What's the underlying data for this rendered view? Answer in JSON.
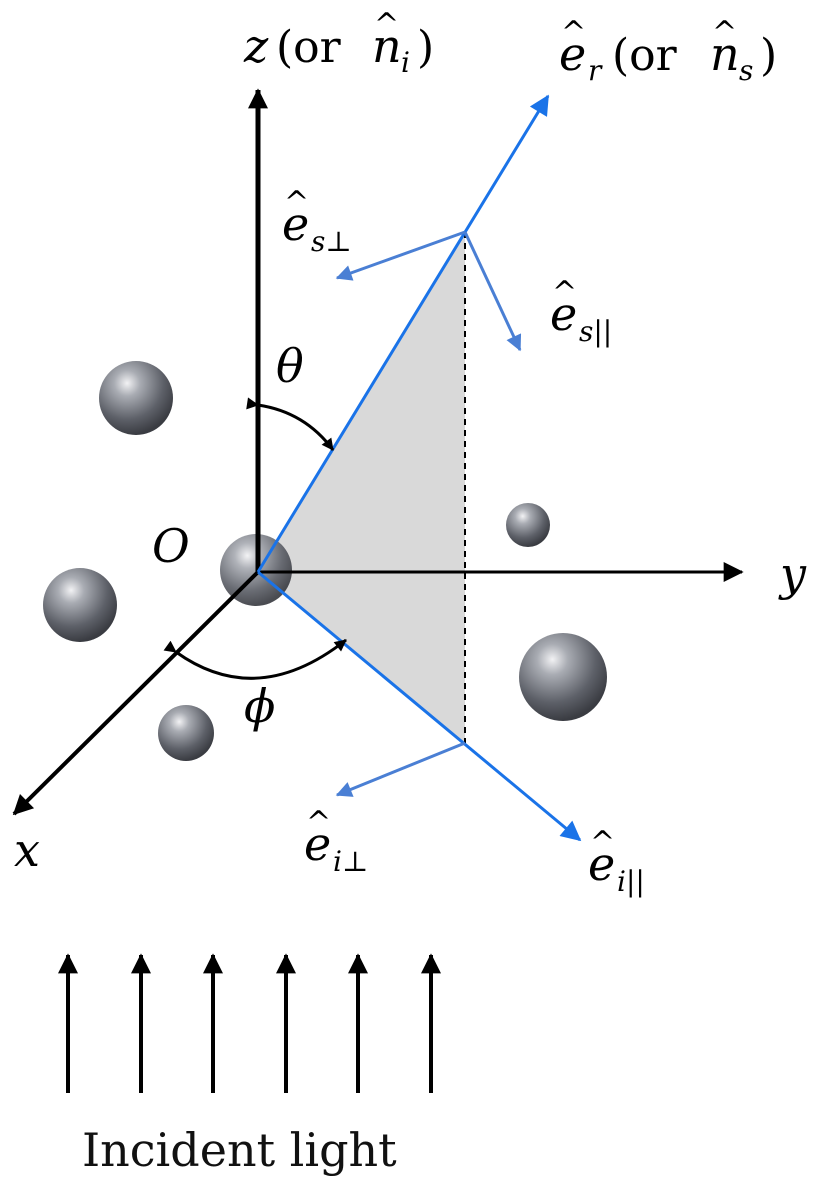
{
  "axes": {
    "z_label": "z",
    "z_paren_open": "(or ",
    "z_sub_symbol": "n",
    "z_sub_index": "i",
    "z_paren_close": ")",
    "y_label": "y",
    "x_label": "x",
    "origin_label": "O"
  },
  "vectors": {
    "er_symbol": "e",
    "er_index": "r",
    "er_paren_open": "(or ",
    "er_alt_symbol": "n",
    "er_alt_index": "s",
    "er_paren_close": ")",
    "es_perp_symbol": "e",
    "es_perp_index": "s⊥",
    "es_par_symbol": "e",
    "es_par_index": "s||",
    "ei_perp_symbol": "e",
    "ei_perp_index": "i⊥",
    "ei_par_symbol": "e",
    "ei_par_index": "i||",
    "hat": "^"
  },
  "angles": {
    "theta": "θ",
    "phi": "ϕ"
  },
  "caption": "Incident light",
  "colors": {
    "axis": "#000000",
    "vector_blue": "#1a73e8",
    "vector_blue_light": "#4a7fd4",
    "plane_fill": "#d9d9d9",
    "particle": "#6b6e75"
  },
  "icons": {
    "particle": "sphere-icon",
    "arrow": "arrow-icon"
  }
}
